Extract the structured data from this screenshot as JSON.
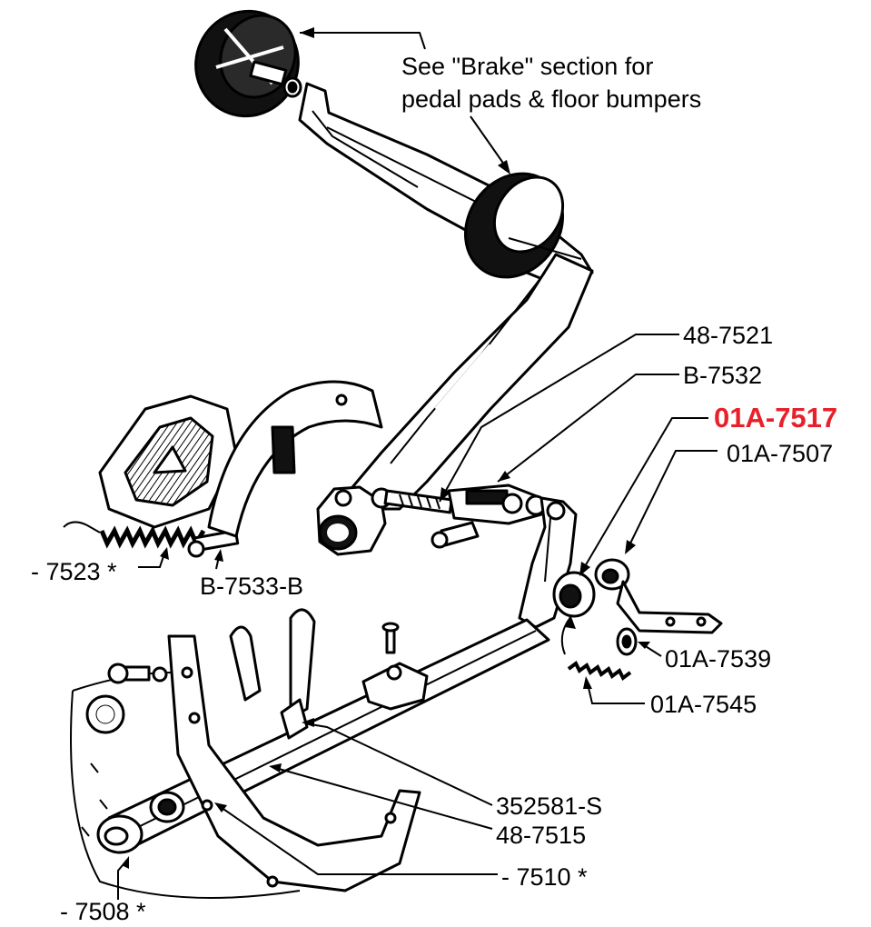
{
  "note": {
    "line1": "See \"Brake\" section for",
    "line2": "pedal pads & floor bumpers"
  },
  "callouts": {
    "c48_7521": "48-7521",
    "cB_7532": "B-7532",
    "c01A_7517": "01A-7517",
    "c01A_7507": "01A-7507",
    "c7523": "- 7523 *",
    "cB_7533_B": "B-7533-B",
    "c01A_7539": "01A-7539",
    "c01A_7545": "01A-7545",
    "c352581_S": "352581-S",
    "c48_7515": "48-7515",
    "c7510": "- 7510 *",
    "c7508": "- 7508 *"
  },
  "colors": {
    "highlight": "#e8202a",
    "ink": "#000000",
    "paper": "#ffffff"
  }
}
